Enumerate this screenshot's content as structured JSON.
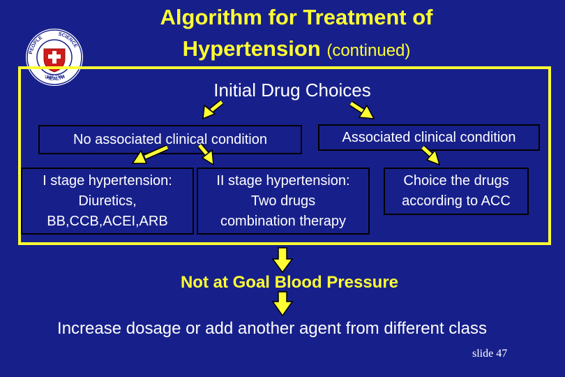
{
  "slide": {
    "title_line1": "Algorithm for Treatment of",
    "title_line2": "Hypertension",
    "title_suffix": "(continued)",
    "page_label": "slide 47"
  },
  "logo": {
    "top_left": "PEOPLE",
    "top_right": "SCIENCE",
    "years": "1968-1998",
    "bottom": "HEALTH"
  },
  "diagram": {
    "heading": "Initial Drug Choices",
    "no_condition": "No associated clinical condition",
    "with_condition": "Associated clinical condition",
    "stage1": [
      "I stage hypertension:",
      "Diuretics,",
      "BB,CCB,ACEI,ARB"
    ],
    "stage2": [
      "II stage hypertension:",
      "Two drugs",
      "combination therapy"
    ],
    "acc": [
      "Choice the drugs",
      "according to ACC"
    ],
    "goal": "Not at Goal Blood Pressure",
    "increase": "Increase dosage or add another agent from different class"
  },
  "colors": {
    "background": "#17208a",
    "accent_yellow": "#ffff33",
    "text_white": "#ffffff",
    "logo_red": "#d11a1a"
  }
}
